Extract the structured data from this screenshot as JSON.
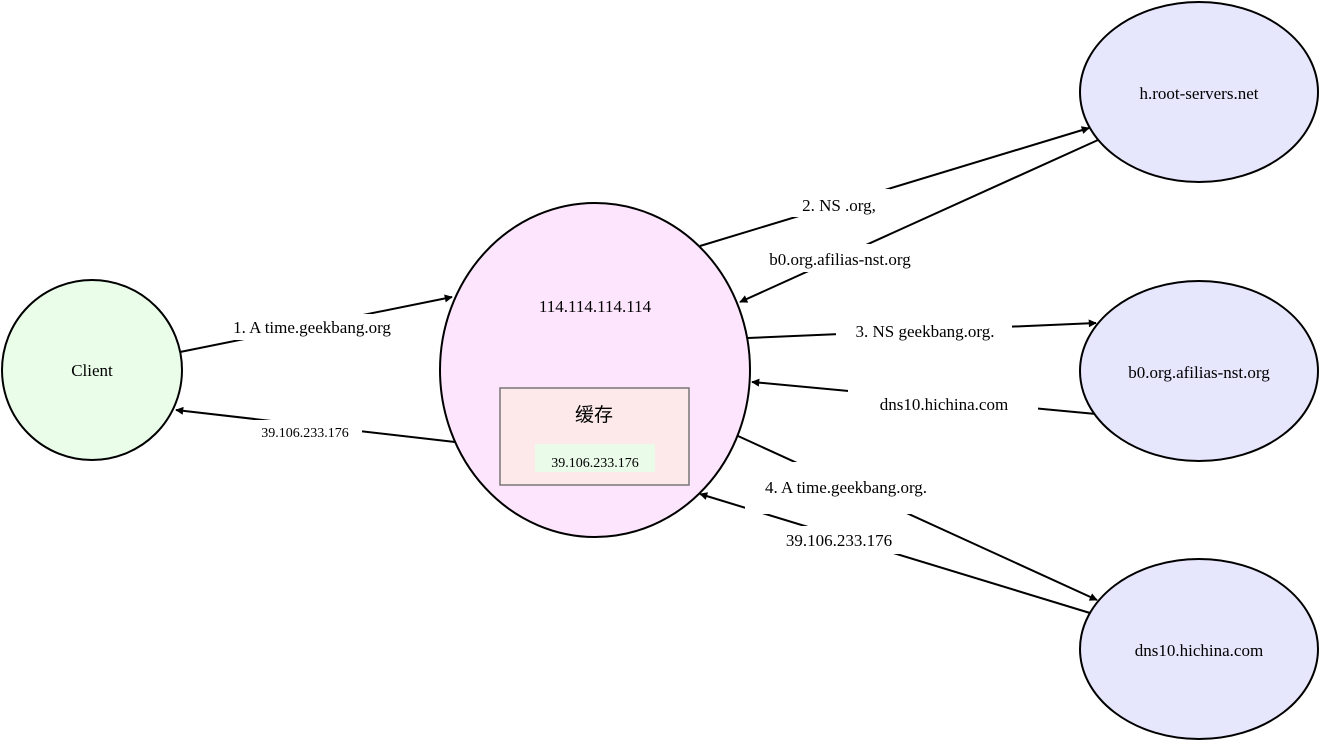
{
  "nodes": {
    "client": {
      "label": "Client",
      "color": "#e9fde9"
    },
    "resolver": {
      "label": "114.114.114.114",
      "color": "#fde6fd"
    },
    "root": {
      "label": "h.root-servers.net",
      "color": "#e6e6fc"
    },
    "org_ns": {
      "label": "b0.org.afilias-nst.org",
      "color": "#e6e6fc"
    },
    "geekbang_ns": {
      "label": "dns10.hichina.com",
      "color": "#e6e6fc"
    }
  },
  "cache": {
    "title": "缓存",
    "value": "39.106.233.176",
    "box_color": "#fde9e9",
    "value_color": "#eafbea"
  },
  "edges": {
    "e1_query": "1. A time.geekbang.org",
    "e1_answer": "39.106.233.176",
    "e2_query": "2. NS .org,",
    "e2_answer": "b0.org.afilias-nst.org",
    "e3_query": "3. NS geekbang.org.",
    "e3_answer": "dns10.hichina.com",
    "e4_query": "4. A time.geekbang.org.",
    "e4_answer": "39.106.233.176"
  }
}
